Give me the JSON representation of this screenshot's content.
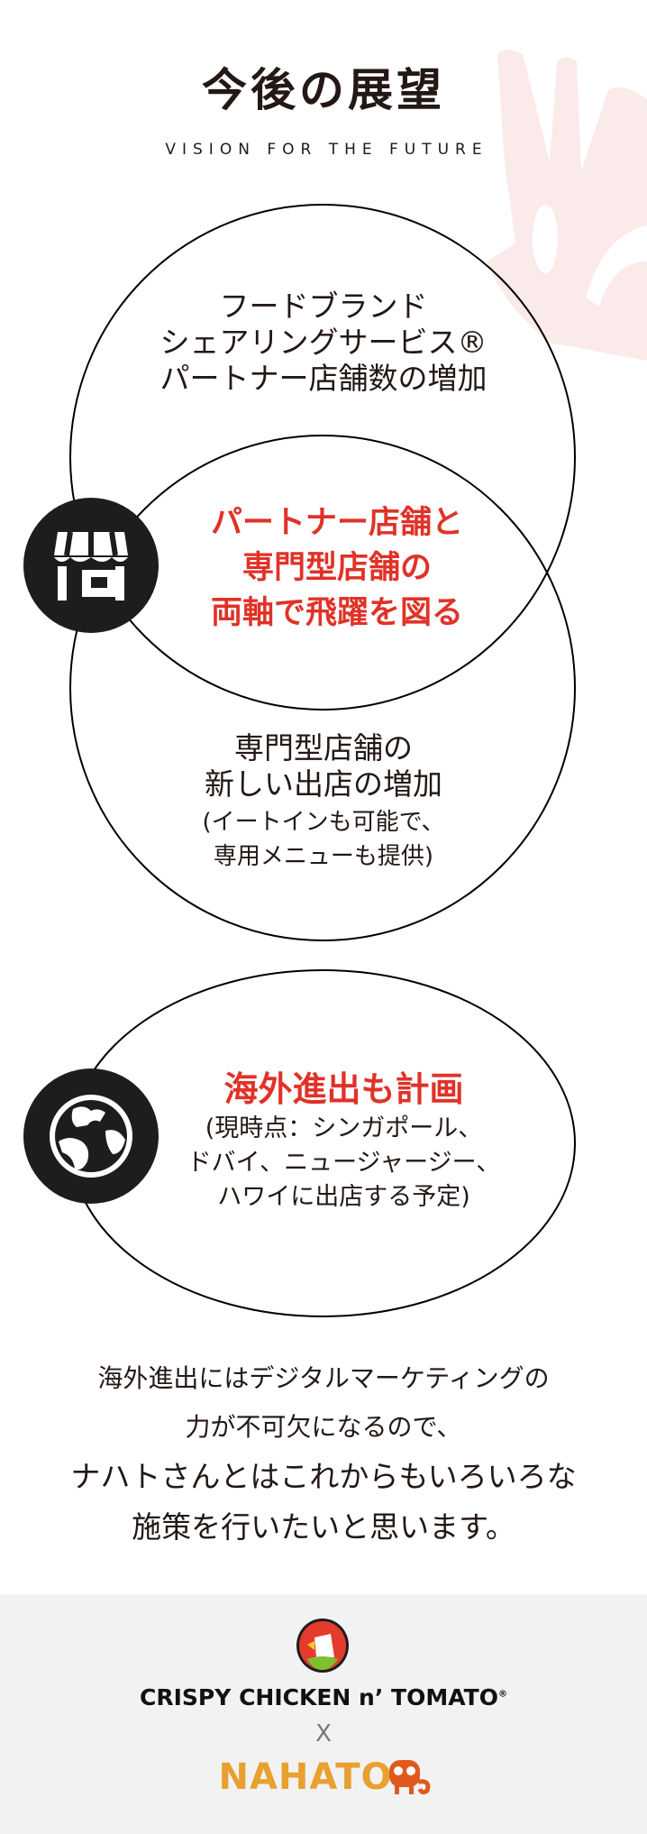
{
  "header": {
    "title": "今後の展望",
    "subtitle": "VISION FOR THE FUTURE"
  },
  "venn": {
    "top_lines": [
      "フードブランド",
      "シェアリングサービス®",
      "パートナー店舗数の増加"
    ],
    "center_lines": [
      "パートナー店舗と",
      "専門型店舗の",
      "両軸で飛躍を図る"
    ],
    "bottom_lines": [
      "専門型店舗の",
      "新しい出店の増加"
    ],
    "bottom_note": [
      "(イートインも可能で、",
      "専用メニューも提供)"
    ],
    "icon": "storefront-icon"
  },
  "overseas": {
    "heading": "海外進出も計画",
    "lines": [
      "(現時点：シンガポール、",
      "ドバイ、ニュージャージー、",
      "ハワイに出店する予定)"
    ],
    "icon": "globe-icon"
  },
  "message": {
    "lines": [
      "海外進出にはデジタルマーケティングの",
      "力が不可欠になるので、",
      "ナハトさんとはこれからもいろいろな",
      "施策を行いたいと思います。"
    ]
  },
  "footer": {
    "brand1": "CRISPY CHICKEN n’ TOMATO",
    "registered": "®",
    "separator": "X",
    "brand2": "NAHATO"
  },
  "colors": {
    "accent": "#e03228",
    "watermark": "#fbeaea",
    "footer_bg": "#f2f2f2",
    "nahato_yellow": "#e8b030",
    "nahato_orange": "#e05a1e"
  }
}
